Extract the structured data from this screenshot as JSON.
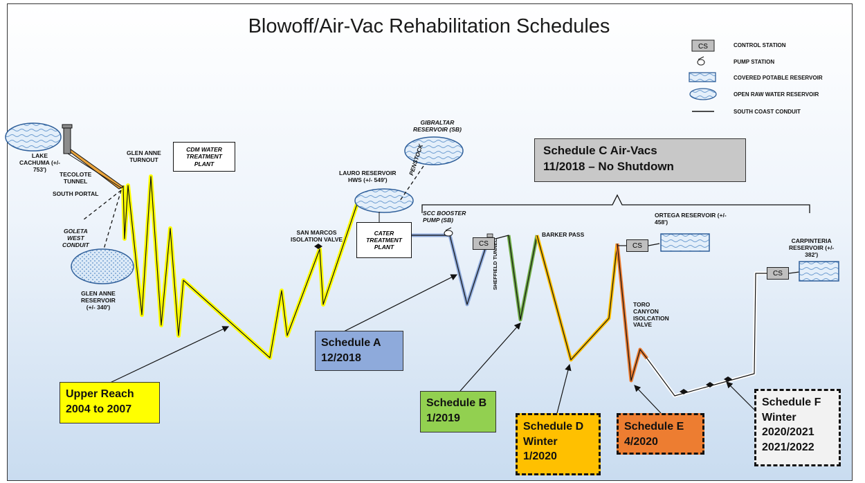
{
  "title": "Blowoff/Air-Vac Rehabilitation Schedules",
  "legend": {
    "items": [
      {
        "symbol": "CS",
        "icon": "control-station-icon",
        "label": "CONTROL STATION"
      },
      {
        "icon": "pump-station-icon",
        "label": "PUMP STATION"
      },
      {
        "icon": "covered-reservoir-icon",
        "label": "COVERED POTABLE RESERVOIR"
      },
      {
        "icon": "open-reservoir-icon",
        "label": "OPEN RAW WATER RESERVOIR"
      },
      {
        "icon": "conduit-line-icon",
        "label": "SOUTH COAST CONDUIT"
      }
    ]
  },
  "labels": {
    "lake_cachuma": "LAKE\nCACHUMA (+/-\n753')",
    "tecolote_tunnel": "TECOLOTE\nTUNNEL",
    "south_portal": "SOUTH PORTAL",
    "glen_anne_turnout": "GLEN ANNE\nTURNOUT",
    "cdm_plant": "CDM WATER\nTREATMENT\nPLANT",
    "goleta_west": "GOLETA\nWEST\nCONDUIT",
    "glen_anne_reservoir": "GLEN ANNE\nRESERVOIR\n(+/- 340')",
    "san_marcos": "SAN MARCOS\nISOLATION VALVE",
    "lauro": "LAURO RESERVOIR\nHWS (+/- 549')",
    "gibraltar": "GIBRALTAR\nRESERVOIR (SB)",
    "penstock": "PENSTOCK",
    "cater_plant": "CATER\nTREATMENT\nPLANT",
    "scc_booster": "SCC BOOSTER\nPUMP (SB)",
    "sheffield": "SHEFFIELD TUNNEL",
    "barker_pass": "BARKER PASS",
    "ortega": "ORTEGA RESERVOIR (+/-\n458')",
    "toro_canyon": "TORO\nCANYON\nISOLCATION\nVALVE",
    "carpinteria": "CARPINTERIA\nRESERVOIR (+/-\n382')",
    "cs": "CS"
  },
  "schedules": {
    "c": {
      "text": "Schedule C Air-Vacs\n11/2018 – No Shutdown",
      "color": "#c8c8c8"
    },
    "a": {
      "text": "Schedule A\n12/2018",
      "color": "#8eaadb"
    },
    "upper": {
      "text": "Upper Reach\n2004 to 2007",
      "color": "#ffff00"
    },
    "b": {
      "text": "Schedule B\n1/2019",
      "color": "#92d050"
    },
    "d": {
      "text": "Schedule D\nWinter\n1/2020",
      "color": "#ffc000"
    },
    "e": {
      "text": "Schedule E\n4/2020",
      "color": "#ed7d31"
    },
    "f": {
      "text": "Schedule F\nWinter\n2020/2021\n2021/2022",
      "color": "#f2f2f2"
    }
  }
}
